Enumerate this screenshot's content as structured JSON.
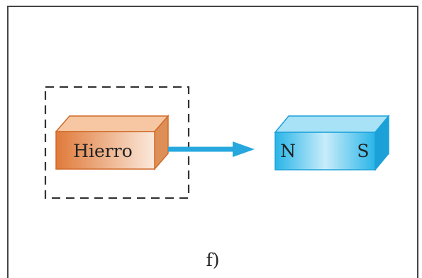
{
  "iron_block": {
    "label": "Hierro"
  },
  "magnet": {
    "north_label": "N",
    "south_label": "S"
  },
  "panel_label": "f)",
  "colors": {
    "iron_front_dark": "#e07a3a",
    "iron_front_light": "#fbe9dc",
    "iron_top": "#f6c7a2",
    "iron_side": "#de8f57",
    "iron_outline": "#d06a2a",
    "magnet_front": "#29b5e8",
    "magnet_front_light": "#c8ecfa",
    "magnet_top": "#a8e2f7",
    "magnet_side": "#1ca0d8",
    "arrow": "#26a7de",
    "dashed_box": "#333333",
    "frame_border": "#444444"
  }
}
